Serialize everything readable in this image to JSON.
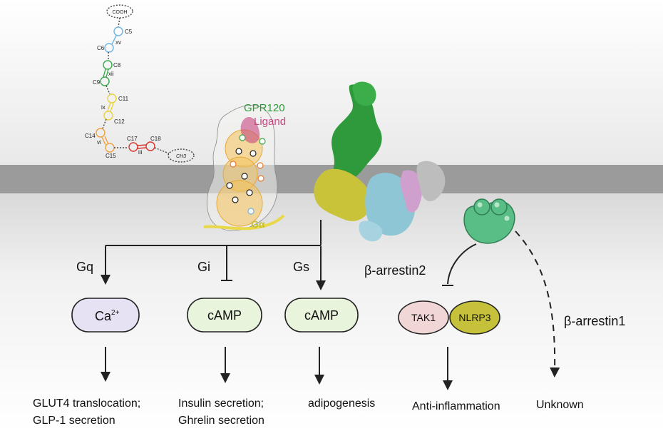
{
  "ligand_chain": {
    "cooh": "COOH",
    "ch3": "CH3",
    "carbons": [
      "C5",
      "C6",
      "C8",
      "C9",
      "C11",
      "C12",
      "C14",
      "C15",
      "C17",
      "C18"
    ],
    "bonds": [
      "xv",
      "xii",
      "ix",
      "vi",
      "iii"
    ],
    "bond_colors": [
      "#6fb4e0",
      "#3aa84a",
      "#e8d23a",
      "#f0a23a",
      "#d9342b"
    ]
  },
  "receptor": {
    "label_receptor": "GPR120",
    "label_ligand": "Ligand",
    "label_galpha": "Gα",
    "colors": {
      "receptor": "#2f9a3c",
      "ligand": "#c8477f",
      "galpha": "#c8c02a",
      "cryo_yellow": "#c9c33a",
      "cryo_blue": "#8fc6d6",
      "cryo_pink": "#cf9fcd",
      "cryo_grey": "#bdbdbd"
    }
  },
  "pathways": {
    "gq": {
      "label": "Gq",
      "node_main": "Ca",
      "node_sup": "2+",
      "color": "#e6e1f3",
      "outcome_line1": "GLUT4 translocation;",
      "outcome_line2": "GLP-1 secretion"
    },
    "gi": {
      "label": "Gi",
      "node": "cAMP",
      "color": "#e8f4dc",
      "outcome_line1": "Insulin secretion;",
      "outcome_line2": "Ghrelin secretion"
    },
    "gs": {
      "label": "Gs",
      "node": "cAMP",
      "color": "#e8f4dc",
      "outcome_line1": "adipogenesis"
    },
    "arrestin2": {
      "label": "β-arrestin2",
      "tak1": "TAK1",
      "nlrp3": "NLRP3",
      "tak1_color": "#f1d6d6",
      "nlrp3_color": "#c6c13a",
      "arrestin_color": "#59bd86",
      "outcome_line1": "Anti-inflammation"
    },
    "arrestin1": {
      "label": "β-arrestin1",
      "outcome_line1": "Unknown"
    }
  },
  "membrane_color": "#9b9b9b"
}
